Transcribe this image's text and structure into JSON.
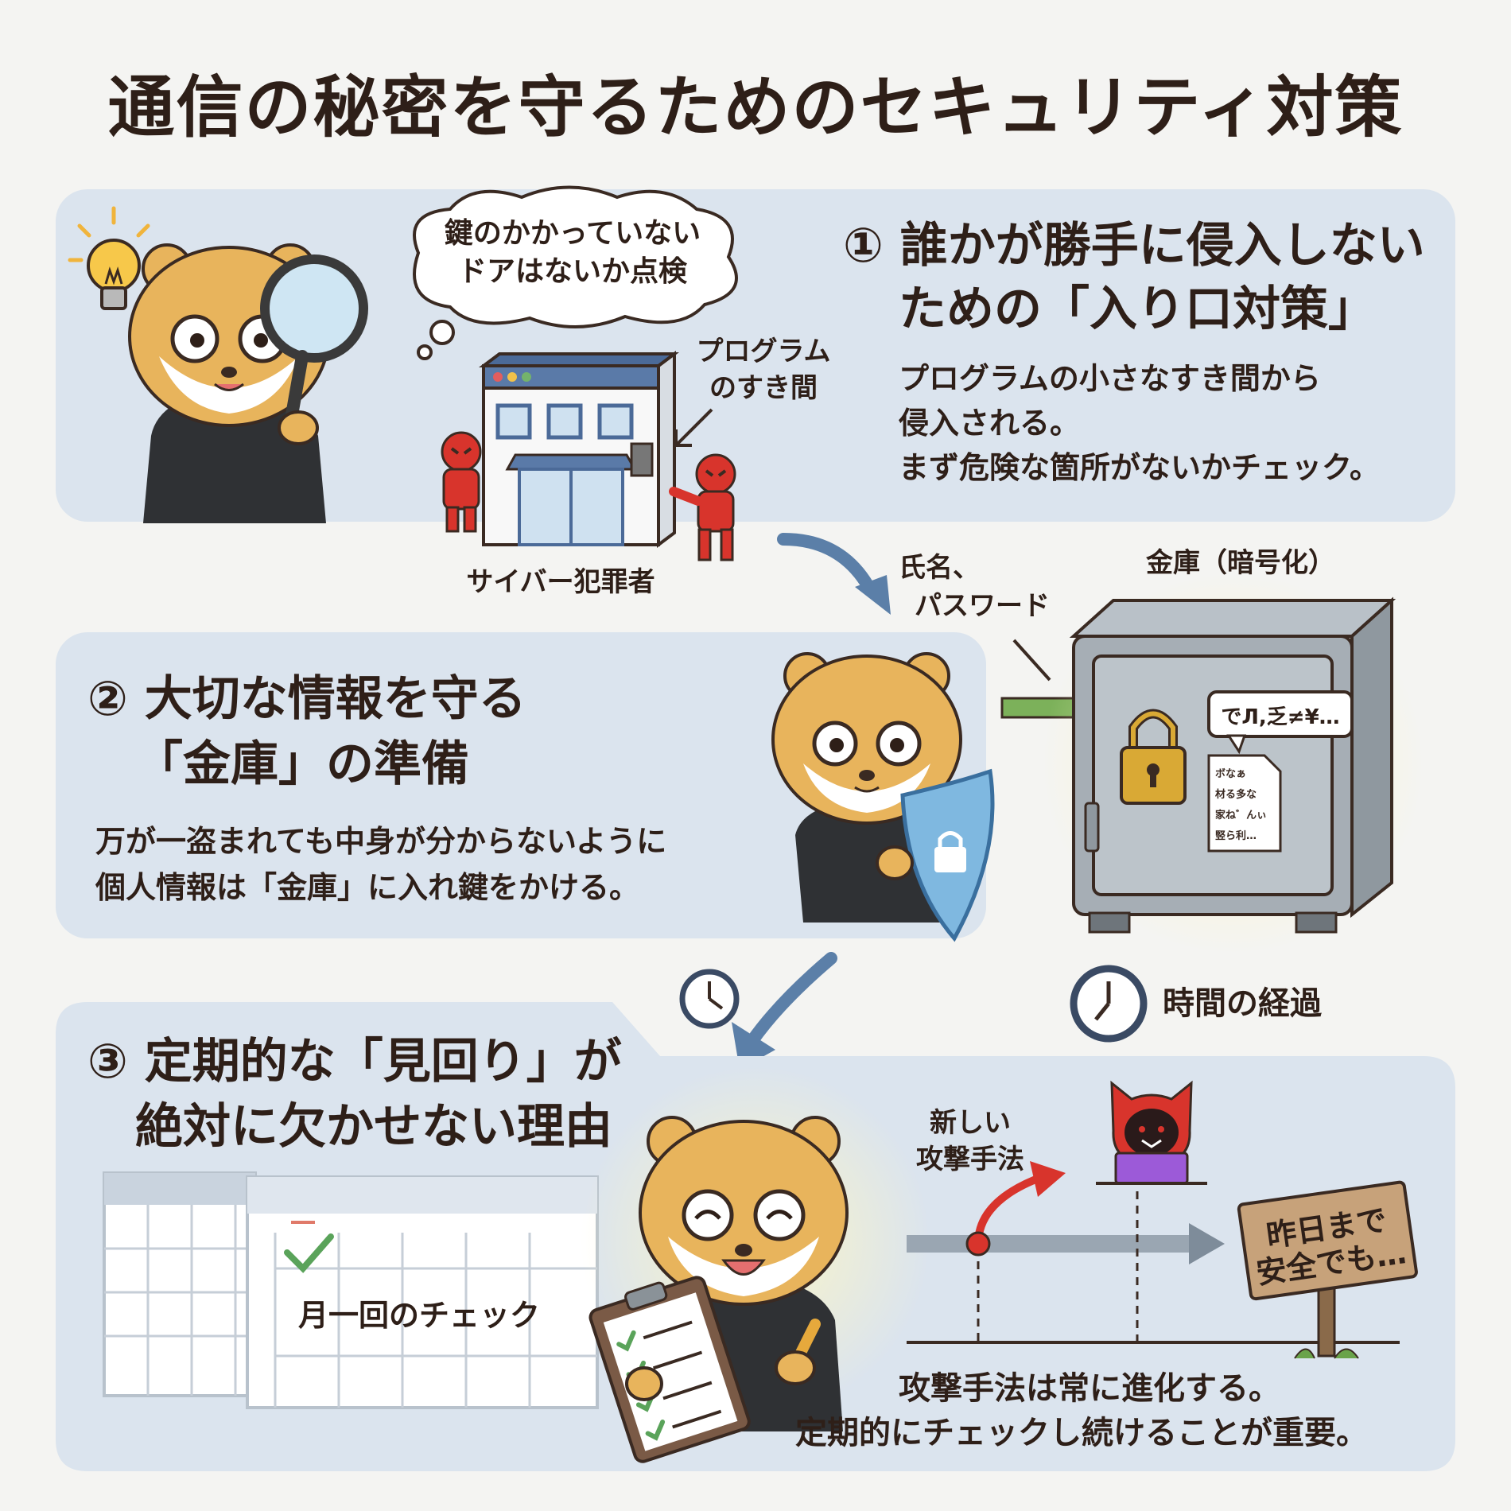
{
  "title": "通信の秘密を守るためのセキュリティ対策",
  "section1": {
    "thought": [
      "鍵のかかっていない",
      "ドアはないか点検"
    ],
    "heading": [
      "① 誰かが勝手に侵入しない",
      "ための「入り口対策」"
    ],
    "body": [
      "プログラムの小さなすき間から",
      "侵入される。",
      "まず危険な箇所がないかチェック。"
    ],
    "gap_label": [
      "プログラム",
      "のすき間"
    ],
    "criminal_label": "サイバー犯罪者"
  },
  "section2": {
    "heading": [
      "② 大切な情報を守る",
      "「金庫」の準備"
    ],
    "body": [
      "万が一盗まれても中身が分からないように",
      "個人情報は「金庫」に入れ鍵をかける。"
    ],
    "input_label": [
      "氏名、",
      "パスワード"
    ],
    "safe_label": "金庫（暗号化）",
    "cipher_bubble": "でЛ,乏≠¥…",
    "cipher_doc": [
      "ボなぁ",
      "材る多な",
      "家ね゛んぃ",
      "竪ら利…"
    ]
  },
  "section3": {
    "heading": [
      "③ 定期的な「見回り」が",
      "絶対に欠かせない理由"
    ],
    "time_label": "時間の経過",
    "new_attack": [
      "新しい",
      "攻撃手法"
    ],
    "sign": [
      "昨日まで",
      "安全でも…"
    ],
    "calendar_label": "月一回のチェック",
    "body": [
      "攻撃手法は常に進化する。",
      "定期的にチェックし続けることが重要。"
    ]
  },
  "colors": {
    "panel": "#dbe4ee",
    "fur": "#e8b45c",
    "hoodie": "#2f3134",
    "arrow_blue": "#5b7fa8",
    "arrow_green": "#7cb15a",
    "villain": "#d8342c"
  }
}
